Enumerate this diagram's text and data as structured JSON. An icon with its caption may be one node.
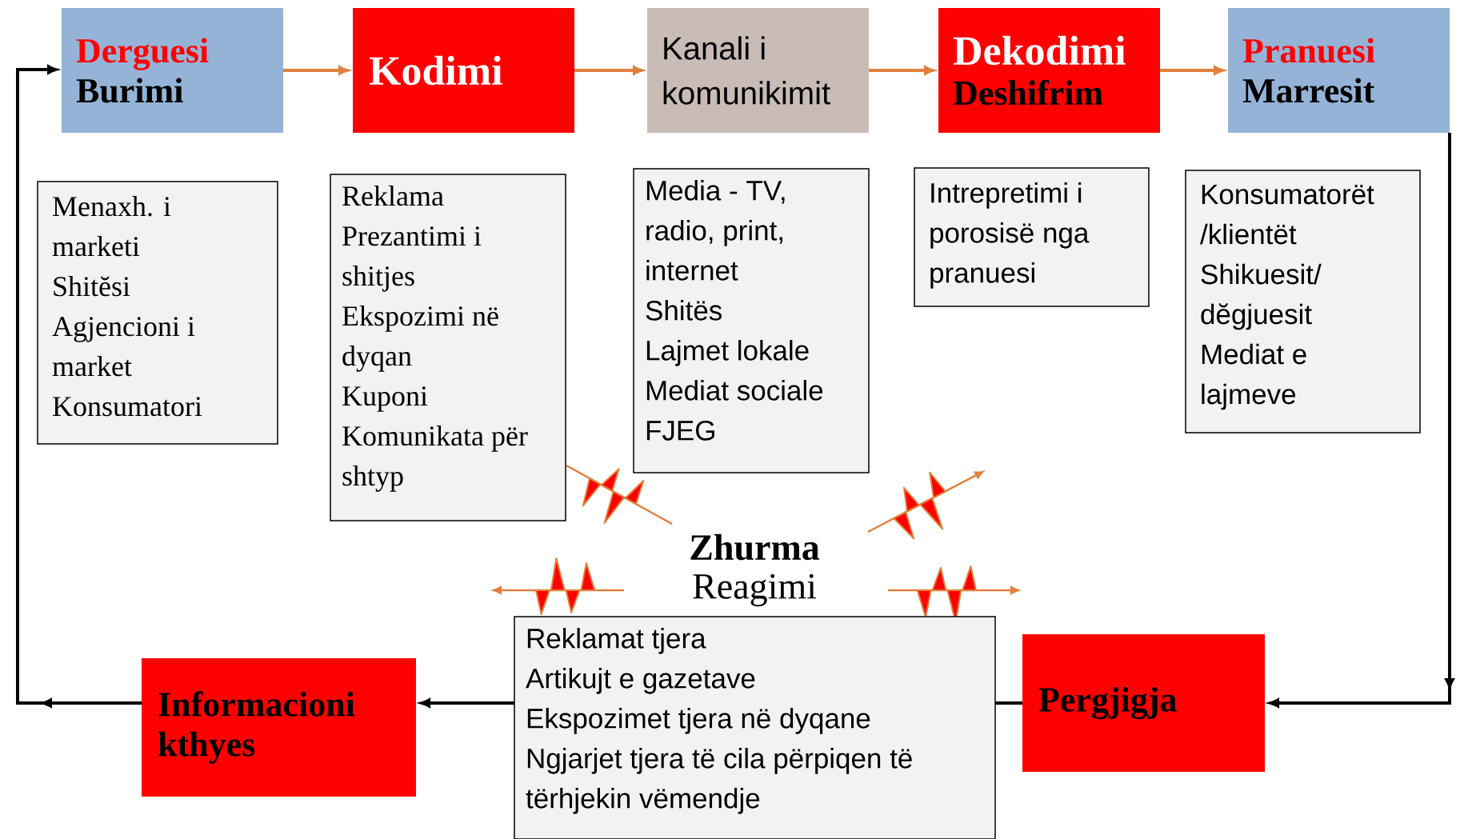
{
  "diagram": {
    "nodes": [
      {
        "text": [
          "Derguesi",
          "Burimi"
        ]
      },
      {
        "text": [
          "Kodimi"
        ]
      },
      {
        "text": [
          "Kanali i komunikimit"
        ]
      },
      {
        "text": [
          "Dekodimi",
          "Deshifrim"
        ]
      },
      {
        "text": [
          "Pranuesi",
          "Marresit"
        ]
      },
      {
        "text": [
          "Menaxh. i marketi",
          "Shitĕsi",
          "Agjencioni i market",
          "Konsumatori"
        ]
      },
      {
        "text": [
          "Reklama",
          "Prezantimi i shitjes",
          "Ekspozimi në dyqan",
          "Kuponi",
          "Komunikata për shtyp"
        ]
      },
      {
        "text": [
          "Media - TV, radio, print, internet",
          "Shitës",
          "Lajmet lokale",
          "Mediat sociale",
          "FJEG"
        ]
      },
      {
        "text": [
          "Intrepretimi i porosisë nga pranuesi"
        ]
      },
      {
        "text": [
          "Konsumatorët /klientët",
          "Shikuesit/ dĕgjuesit",
          "Mediat e lajmeve"
        ]
      },
      {
        "text": [
          "Reklamat tjera",
          "Artikujt e gazetave",
          "Ekspozimet tjera në dyqane",
          "Ngjarjet tjera të cila përpiqen të tërhjekin vëmendje"
        ]
      },
      {
        "text": [
          "Informacioni kthyes"
        ]
      },
      {
        "text": [
          "Pergjigja"
        ]
      }
    ],
    "edges": [
      {
        "from": 0,
        "to": 1,
        "arrow": "to",
        "color": "#e0803c"
      },
      {
        "from": 1,
        "to": 2,
        "arrow": "to",
        "color": "#e0803c"
      },
      {
        "from": 2,
        "to": 3,
        "arrow": "to",
        "color": "#e0803c"
      },
      {
        "from": 3,
        "to": 4,
        "arrow": "to",
        "color": "#e0803c"
      },
      {
        "from": 4,
        "to": 12,
        "arrow": "to",
        "color": "#000000"
      },
      {
        "from": 12,
        "to": 10,
        "arrow": "none",
        "color": "#000000"
      },
      {
        "from": 10,
        "to": 11,
        "arrow": "to",
        "color": "#000000"
      },
      {
        "from": 11,
        "to": 0,
        "arrow": "to",
        "color": "#000000"
      }
    ],
    "labels": [
      "Zhurma",
      "Reagimi"
    ]
  }
}
